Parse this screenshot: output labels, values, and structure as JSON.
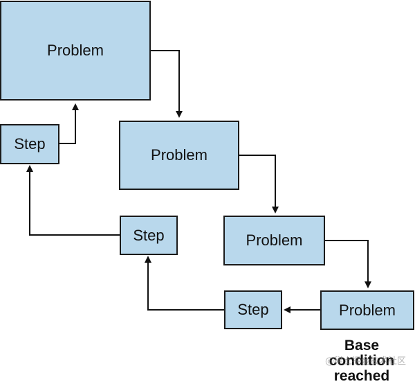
{
  "nodes": {
    "problem1": "Problem",
    "problem2": "Problem",
    "problem3": "Problem",
    "problem4": "Problem",
    "step1": "Step",
    "step2": "Step",
    "step3": "Step"
  },
  "caption": {
    "line1": "Base condition",
    "line2": "reached"
  },
  "watermark": "@稀土掘金技术社区"
}
